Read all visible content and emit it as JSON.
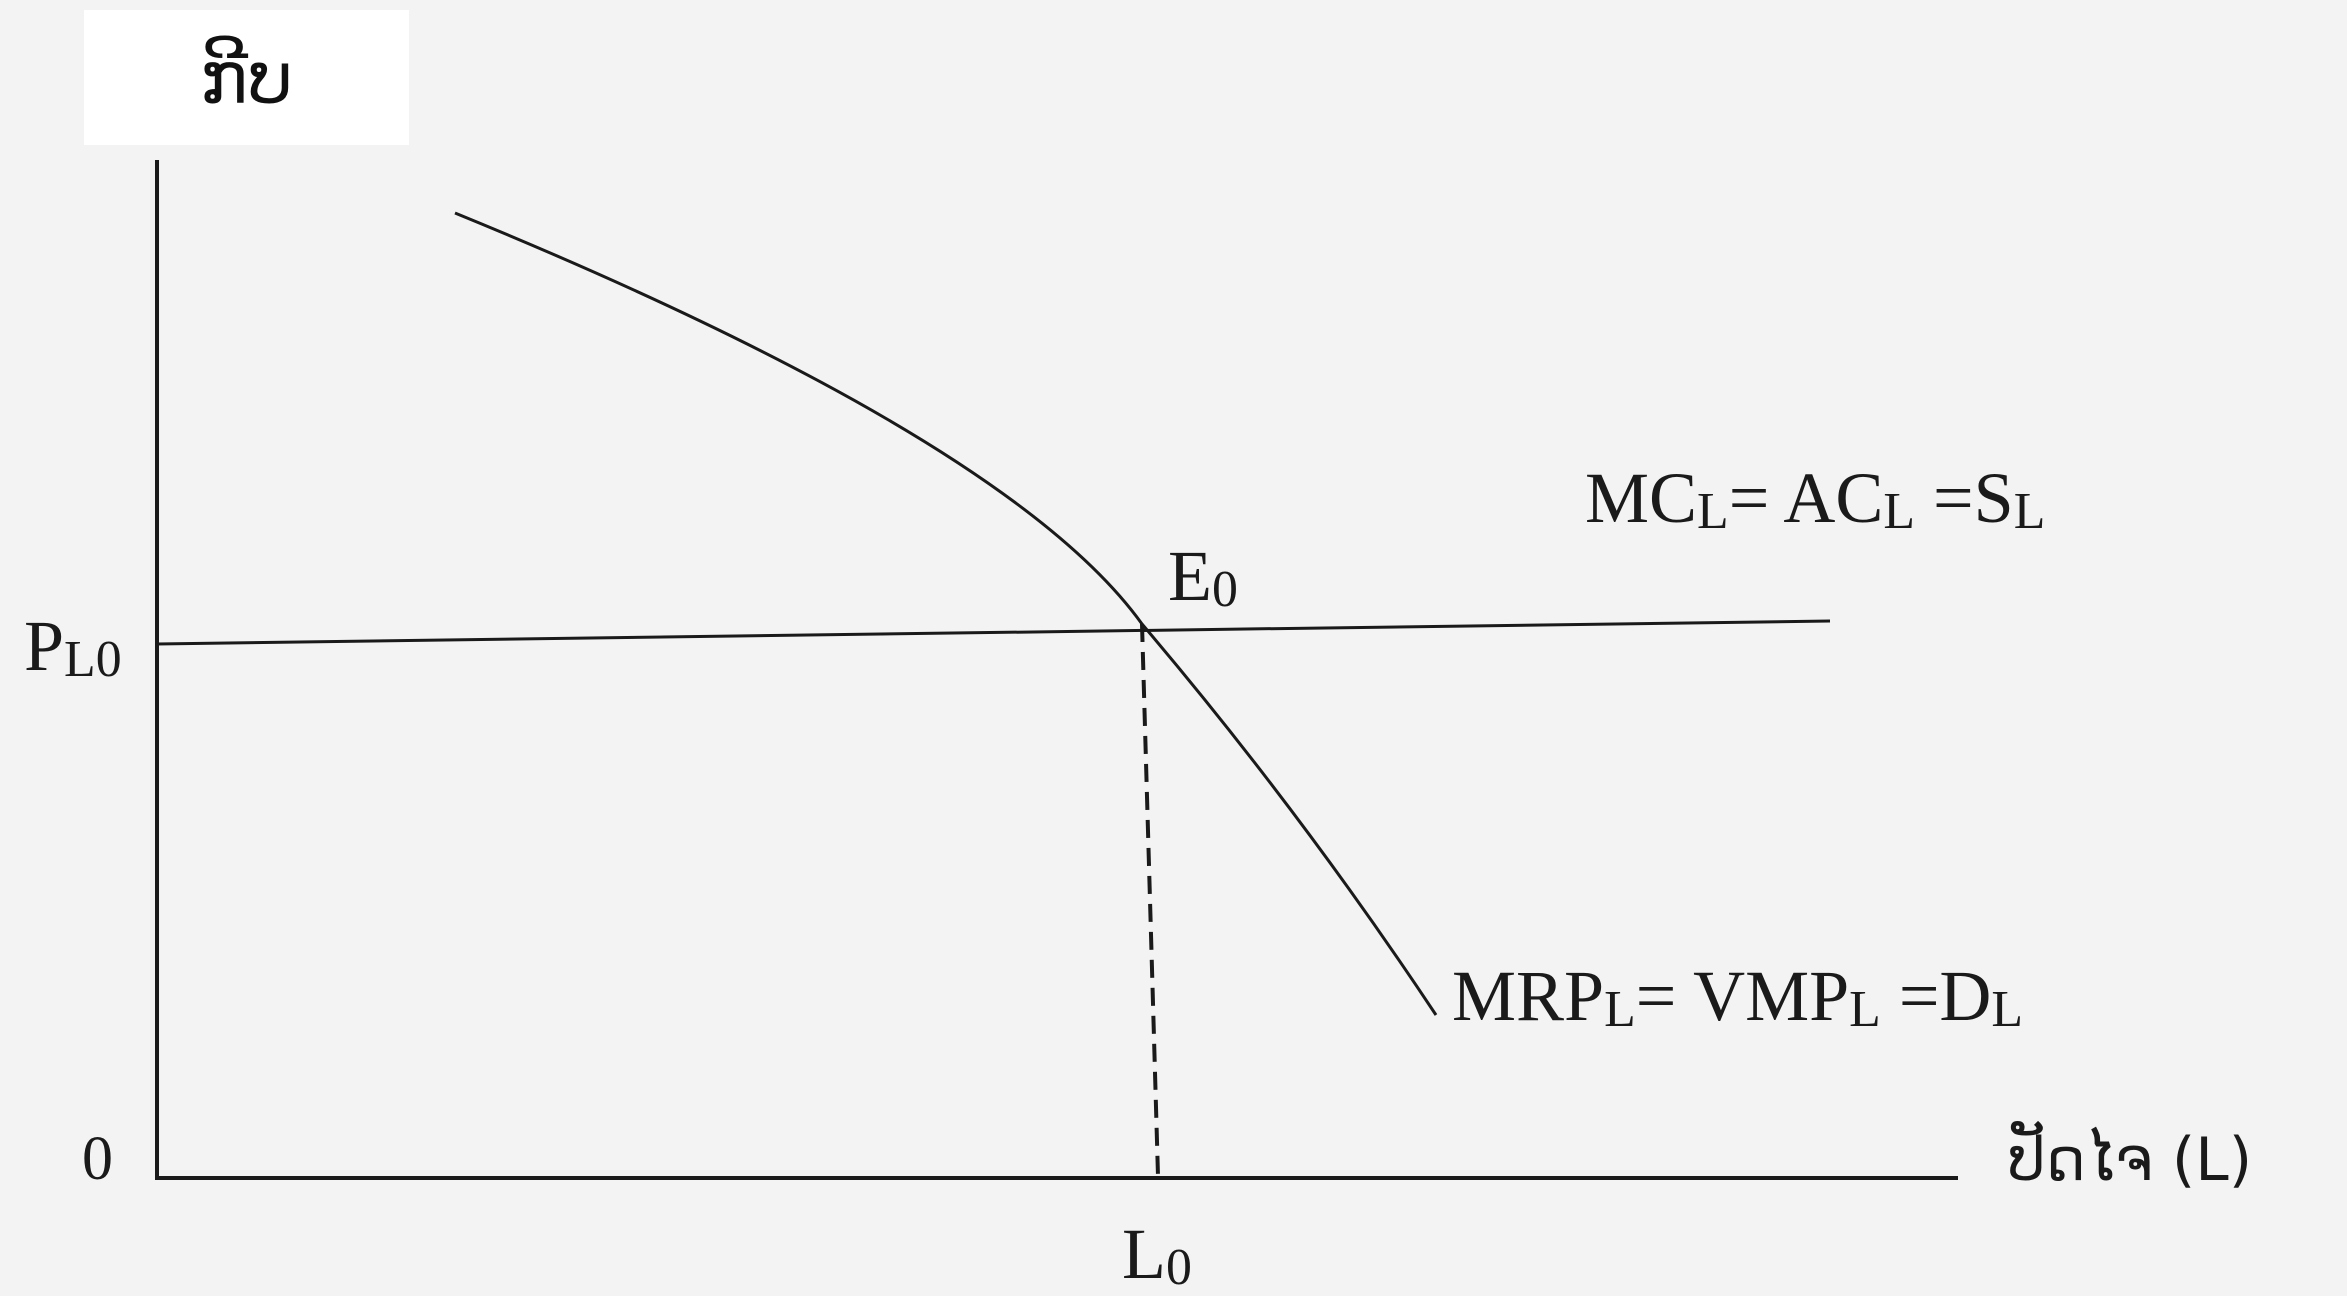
{
  "axes": {
    "y_label": "ກີບ",
    "x_label": "ປັດໄຈ (L)",
    "origin": "0"
  },
  "curves": {
    "supply": {
      "main": "MC",
      "sub1": "L",
      "mid": "= AC",
      "sub2": "L",
      "eq": " =S",
      "sub3": "L"
    },
    "demand": {
      "main": "MRP",
      "sub1": "L",
      "mid": "= VMP",
      "sub2": "L",
      "eq": " =D",
      "sub3": "L"
    }
  },
  "equilibrium": {
    "point": {
      "main": "E",
      "sub": "0"
    },
    "price": {
      "main": "P",
      "sub": "L0"
    },
    "quantity": {
      "main": "L",
      "sub": "0"
    }
  },
  "colors": {
    "background": "#f3f3f3",
    "line": "#1a1a1a"
  }
}
